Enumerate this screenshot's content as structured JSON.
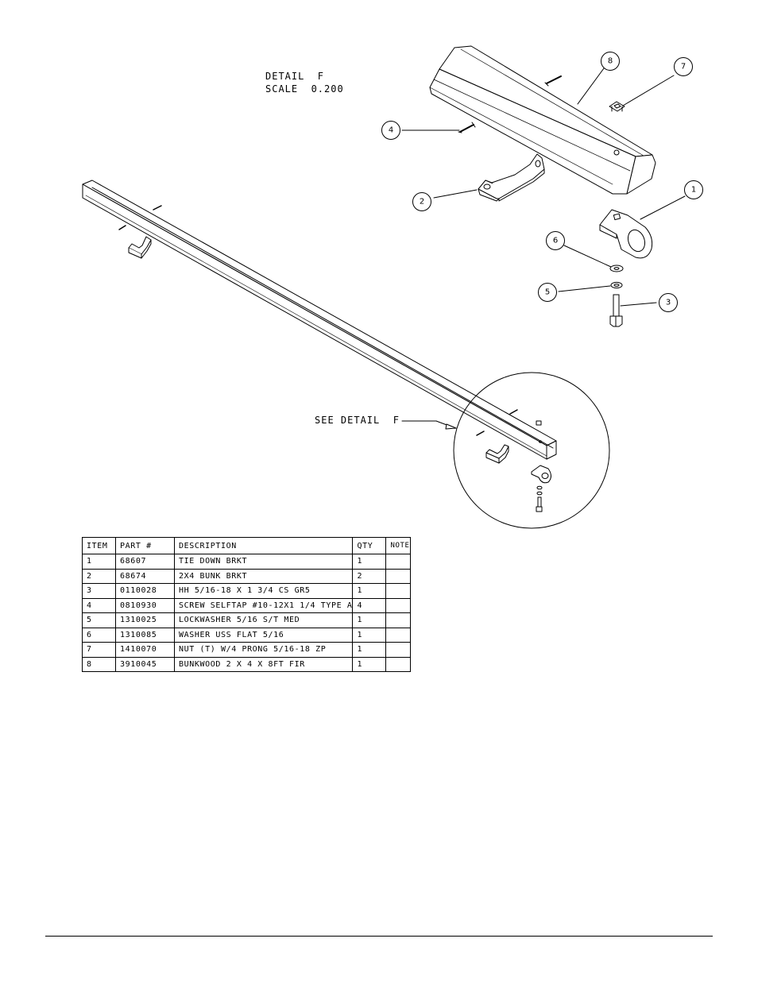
{
  "detail": {
    "title": "DETAIL  F",
    "scale": "SCALE  0.200"
  },
  "callout": {
    "see_detail": "SEE DETAIL  F"
  },
  "balloons": [
    "1",
    "2",
    "3",
    "4",
    "5",
    "6",
    "7",
    "8"
  ],
  "bom": {
    "headers": [
      "ITEM",
      "PART #",
      "DESCRIPTION",
      "QTY",
      "NOTE"
    ],
    "rows": [
      {
        "item": "1",
        "part": "68607",
        "description": "TIE DOWN BRKT",
        "qty": "1",
        "note": ""
      },
      {
        "item": "2",
        "part": "68674",
        "description": "2X4 BUNK BRKT",
        "qty": "2",
        "note": ""
      },
      {
        "item": "3",
        "part": "0110028",
        "description": "HH 5/16-18 X 1 3/4 CS GR5",
        "qty": "1",
        "note": ""
      },
      {
        "item": "4",
        "part": "0810930",
        "description": "SCREW SELFTAP #10-12X1 1/4 TYPE A",
        "qty": "4",
        "note": ""
      },
      {
        "item": "5",
        "part": "1310025",
        "description": "LOCKWASHER 5/16 S/T MED",
        "qty": "1",
        "note": ""
      },
      {
        "item": "6",
        "part": "1310085",
        "description": "WASHER USS FLAT 5/16",
        "qty": "1",
        "note": ""
      },
      {
        "item": "7",
        "part": "1410070",
        "description": "NUT (T) W/4 PRONG 5/16-18 ZP",
        "qty": "1",
        "note": ""
      },
      {
        "item": "8",
        "part": "3910045",
        "description": "BUNKWOOD   2 X 4 X 8FT FIR",
        "qty": "1",
        "note": ""
      }
    ]
  }
}
